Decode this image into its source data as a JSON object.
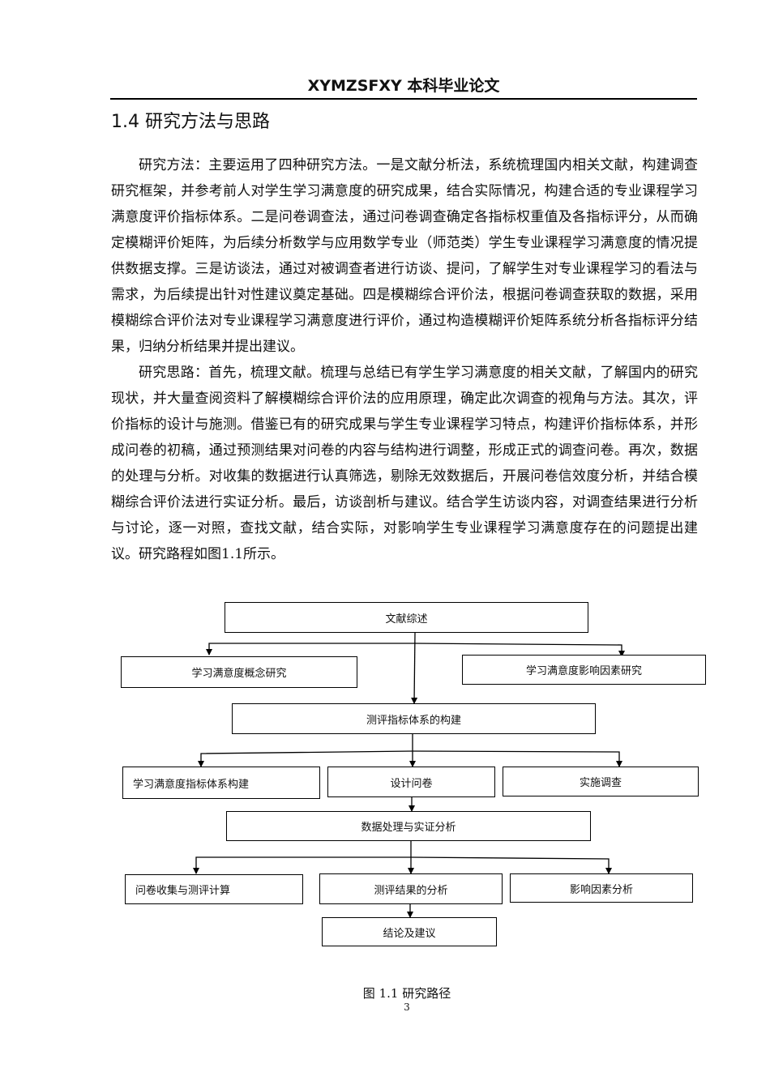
{
  "header": {
    "title": "XYMZSFXY 本科毕业论文"
  },
  "section": {
    "heading": "1.4 研究方法与思路"
  },
  "body": {
    "paragraph1": "研究方法：主要运用了四种研究方法。一是文献分析法，系统梳理国内相关文献，构建调查研究框架，并参考前人对学生学习满意度的研究成果，结合实际情况，构建合适的专业课程学习满意度评价指标体系。二是问卷调查法，通过问卷调查确定各指标权重值及各指标评分，从而确定模糊评价矩阵，为后续分析数学与应用数学专业（师范类）学生专业课程学习满意度的情况提供数据支撑。三是访谈法，通过对被调查者进行访谈、提问，了解学生对专业课程学习的看法与需求，为后续提出针对性建议奠定基础。四是模糊综合评价法，根据问卷调查获取的数据，采用模糊综合评价法对专业课程学习满意度进行评价，通过构造模糊评价矩阵系统分析各指标评分结果，归纳分析结果并提出建议。",
    "paragraph2": "研究思路：首先，梳理文献。梳理与总结已有学生学习满意度的相关文献，了解国内的研究现状，并大量查阅资料了解模糊综合评价法的应用原理，确定此次调查的视角与方法。其次，评价指标的设计与施测。借鉴已有的研究成果与学生专业课程学习特点，构建评价指标体系，并形成问卷的初稿，通过预测结果对问卷的内容与结构进行调整，形成正式的调查问卷。再次，数据的处理与分析。对收集的数据进行认真筛选，剔除无效数据后，开展问卷信效度分析，并结合模糊综合评价法进行实证分析。最后，访谈剖析与建议。结合学生访谈内容，对调查结果进行分析与讨论，逐一对照，查找文献，结合实际，对影响学生专业课程学习满意度存在的问题提出建议。研究路程如图1.1所示。"
  },
  "figure": {
    "nodes": {
      "literature_review": "文献综述",
      "concept_study": "学习满意度概念研究",
      "factor_study": "学习满意度影响因素研究",
      "index_construction": "测评指标体系的构建",
      "index_system": "学习满意度指标体系构建",
      "questionnaire_design": "设计问卷",
      "survey_implementation": "实施调查",
      "data_analysis": "数据处理与实证分析",
      "collection_calculation": "问卷收集与测评计算",
      "result_analysis": "测评结果的分析",
      "factor_analysis": "影响因素分析",
      "conclusion": "结论及建议"
    },
    "caption": "图 1.1  研究路径"
  },
  "footer": {
    "page_number": "3"
  }
}
